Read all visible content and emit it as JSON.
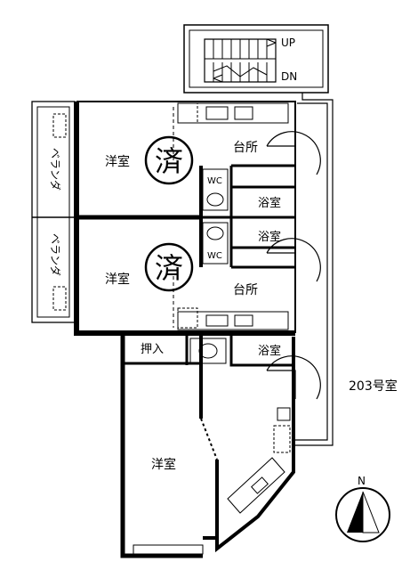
{
  "stair": {
    "up": "UP",
    "dn": "DN"
  },
  "upper_unit": {
    "western_room": "洋室",
    "kitchen": "台所",
    "toilet": "WC",
    "bath": "浴室",
    "veranda": "ベランダ",
    "stamp": "済"
  },
  "middle_unit": {
    "western_room": "洋室",
    "kitchen": "台所",
    "toilet": "WC",
    "bath": "浴室",
    "veranda": "ベランダ",
    "stamp": "済"
  },
  "unit_203": {
    "closet": "押入",
    "bath": "浴室",
    "western_room": "洋室",
    "room_number": "203号室"
  },
  "compass": {
    "label": "N"
  }
}
